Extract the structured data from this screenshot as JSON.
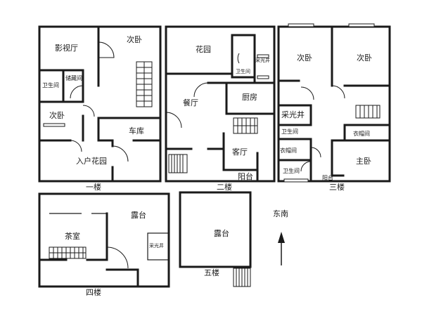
{
  "floors": {
    "f1": {
      "label": "一楼",
      "rooms": {
        "theater": "影视厅",
        "bedroom_top": "次卧",
        "bath": "卫生间",
        "storage": "储藏间",
        "bedroom_left": "次卧",
        "garage": "车库",
        "entry_garden": "入户花园"
      }
    },
    "f2": {
      "label": "二楼",
      "rooms": {
        "garden": "花园",
        "bath": "卫生间",
        "skylight": "采光井",
        "dining": "餐厅",
        "kitchen": "厨房",
        "living": "客厅",
        "balcony": "阳台"
      }
    },
    "f3": {
      "label": "三楼",
      "rooms": {
        "bedroom_left": "次卧",
        "bedroom_right": "次卧",
        "skylight": "采光井",
        "bath_top": "卫生间",
        "closet_right": "衣帽间",
        "closet_left": "衣帽间",
        "master": "主卧",
        "bath_bottom": "卫生间",
        "balcony": "阳台"
      }
    },
    "f4": {
      "label": "四楼",
      "rooms": {
        "terrace": "露台",
        "tea_room": "茶室",
        "skylight": "采光井"
      }
    },
    "f5": {
      "label": "五楼",
      "rooms": {
        "terrace": "露台"
      }
    }
  },
  "compass": {
    "label": "东南",
    "icon": "up-arrow-icon"
  }
}
